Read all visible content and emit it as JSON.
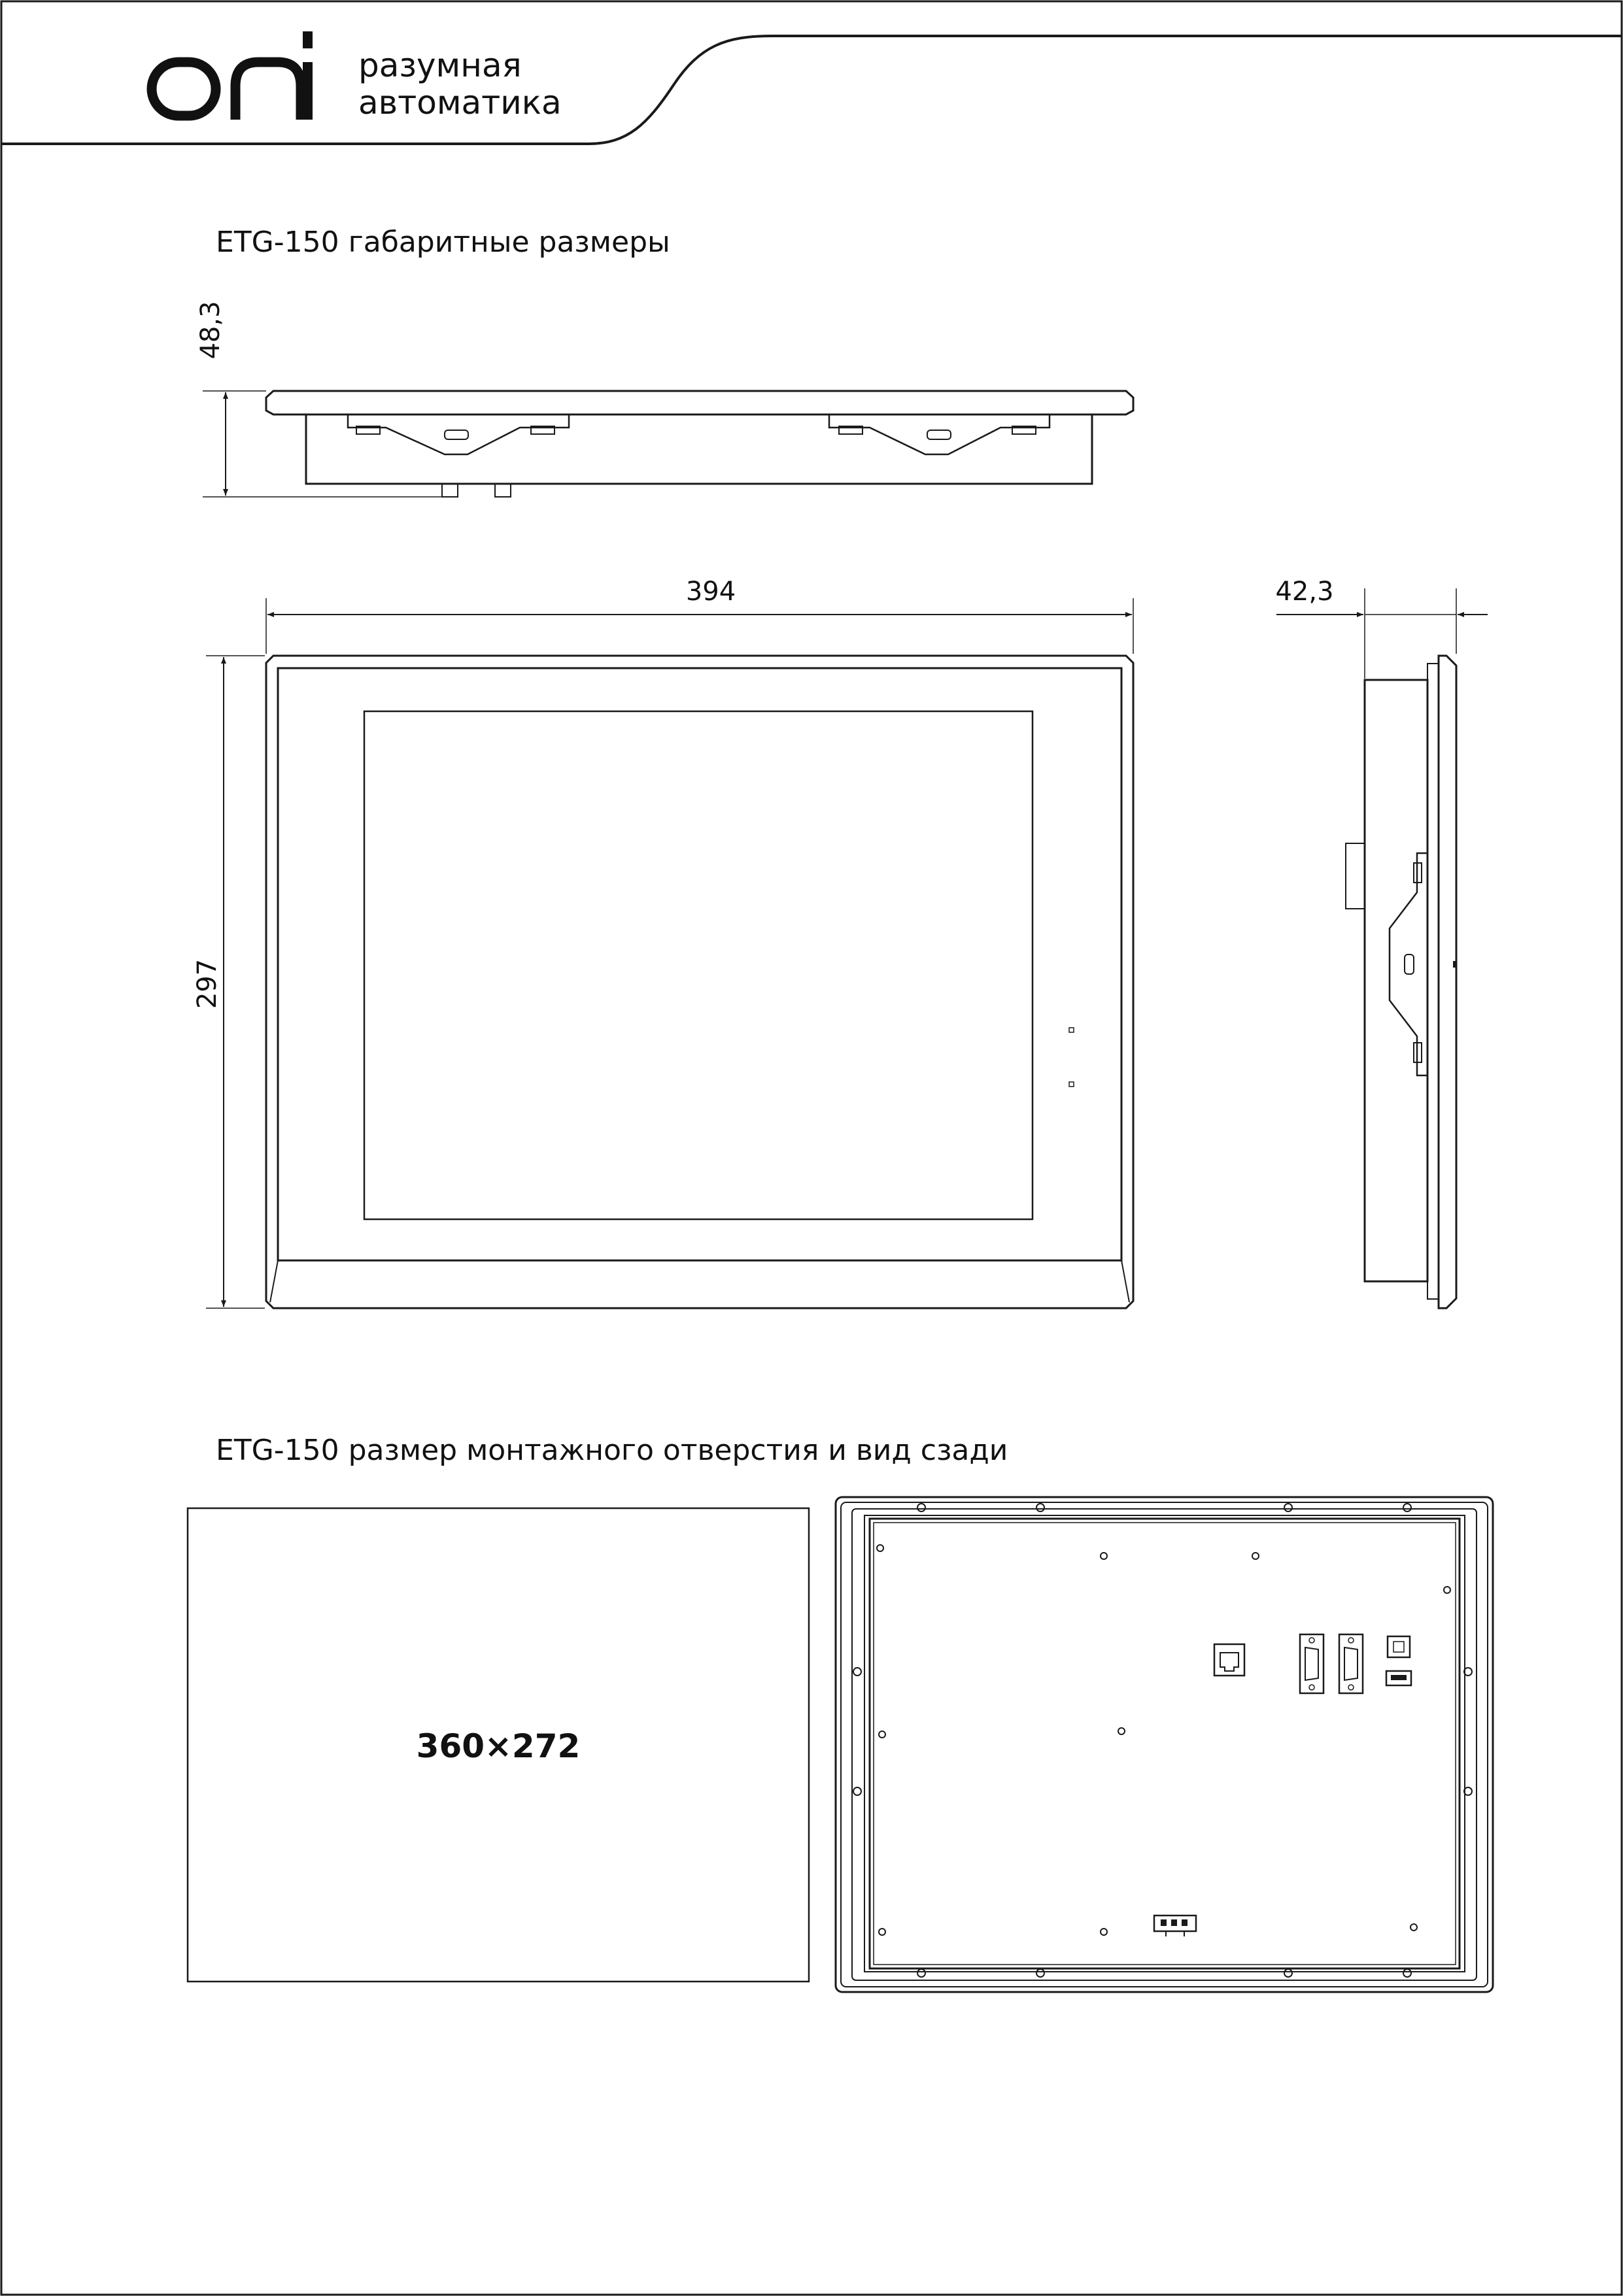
{
  "brand": {
    "logo_word": "oni",
    "tagline_line1": "разумная",
    "tagline_line2": "автоматика"
  },
  "section1": {
    "title": "ETG-150 габаритные размеры",
    "dim_depth_top": "48,3",
    "dim_width": "394",
    "dim_height": "297",
    "dim_depth_side": "42,3"
  },
  "section2": {
    "title": "ETG-150 размер монтажного отверстия и вид сзади",
    "cutout_size_label": "360×272"
  }
}
